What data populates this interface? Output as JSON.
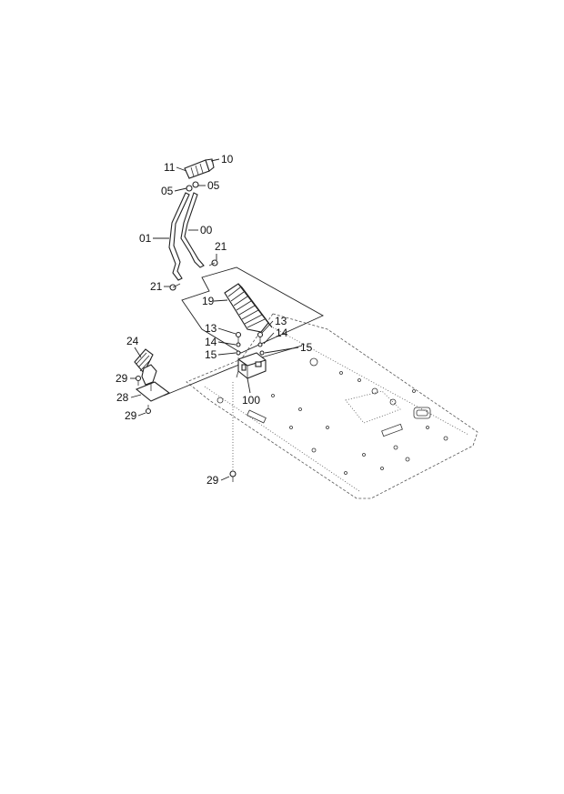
{
  "diagram": {
    "labels": {
      "p10": "10",
      "p11": "11",
      "p05a": "05",
      "p05b": "05",
      "p00": "00",
      "p01": "01",
      "p21a": "21",
      "p21b": "21",
      "p19": "19",
      "p13a": "13",
      "p13b": "13",
      "p14a": "14",
      "p14b": "14",
      "p15a": "15",
      "p15b": "15",
      "p24": "24",
      "p29a": "29",
      "p28": "28",
      "p29b": "29",
      "p100": "100",
      "p29c": "29"
    }
  }
}
